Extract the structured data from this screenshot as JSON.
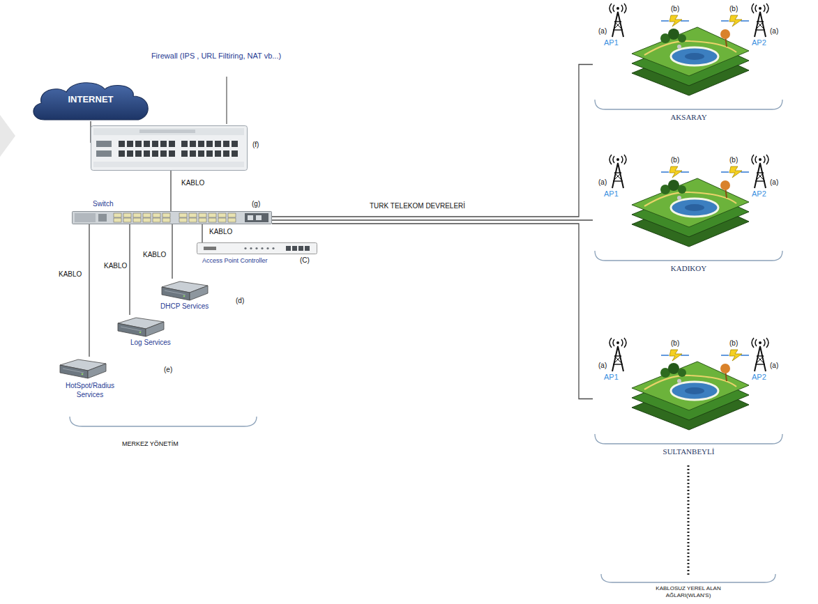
{
  "diagram": {
    "nodes": [
      {
        "text": [
          "INTERNET"
        ]
      },
      {
        "text": [
          "Firewall (IPS , URL Filtiring, NAT vb...)",
          "(f)"
        ]
      },
      {
        "text": [
          "Switch",
          "(g)"
        ]
      },
      {
        "text": [
          "Access Point Controller",
          "(C)"
        ]
      },
      {
        "text": [
          "DHCP Services",
          "(d)"
        ]
      },
      {
        "text": [
          "Log Services"
        ]
      },
      {
        "text": [
          "HotSpot/Radius Services",
          "(e)"
        ]
      },
      {
        "text": [
          "AKSARAY"
        ]
      },
      {
        "text": [
          "KADIKOY"
        ]
      },
      {
        "text": [
          "SULTANBEYLİ"
        ]
      }
    ],
    "edges": [
      {
        "from": 0,
        "to": 1,
        "arrow": "none"
      },
      {
        "from": 1,
        "to": 2,
        "label": "KABLO",
        "arrow": "none"
      },
      {
        "from": 2,
        "to": 3,
        "label": "KABLO",
        "arrow": "none"
      },
      {
        "from": 2,
        "to": 4,
        "label": "KABLO",
        "arrow": "none"
      },
      {
        "from": 2,
        "to": 5,
        "label": "KABLO",
        "arrow": "none"
      },
      {
        "from": 2,
        "to": 6,
        "label": "KABLO",
        "arrow": "none"
      },
      {
        "from": 2,
        "to": 7,
        "label": "TURK TELEKOM DEVRELERİ",
        "arrow": "none"
      },
      {
        "from": 2,
        "to": 8,
        "arrow": "none"
      },
      {
        "from": 2,
        "to": 9,
        "arrow": "none"
      }
    ],
    "labels": [
      "(b)",
      "(b)",
      "(a)",
      "AP1",
      "(a)",
      "AP2",
      "(b)",
      "(b)",
      "(a)",
      "AP1",
      "(a)",
      "AP2",
      "(b)",
      "(b)",
      "(a)",
      "AP1",
      "(a)",
      "AP2",
      "MERKEZ YÖNETİM",
      "KABLOSUZ YEREL ALAN AĞLARI(WLAN'S)"
    ]
  }
}
